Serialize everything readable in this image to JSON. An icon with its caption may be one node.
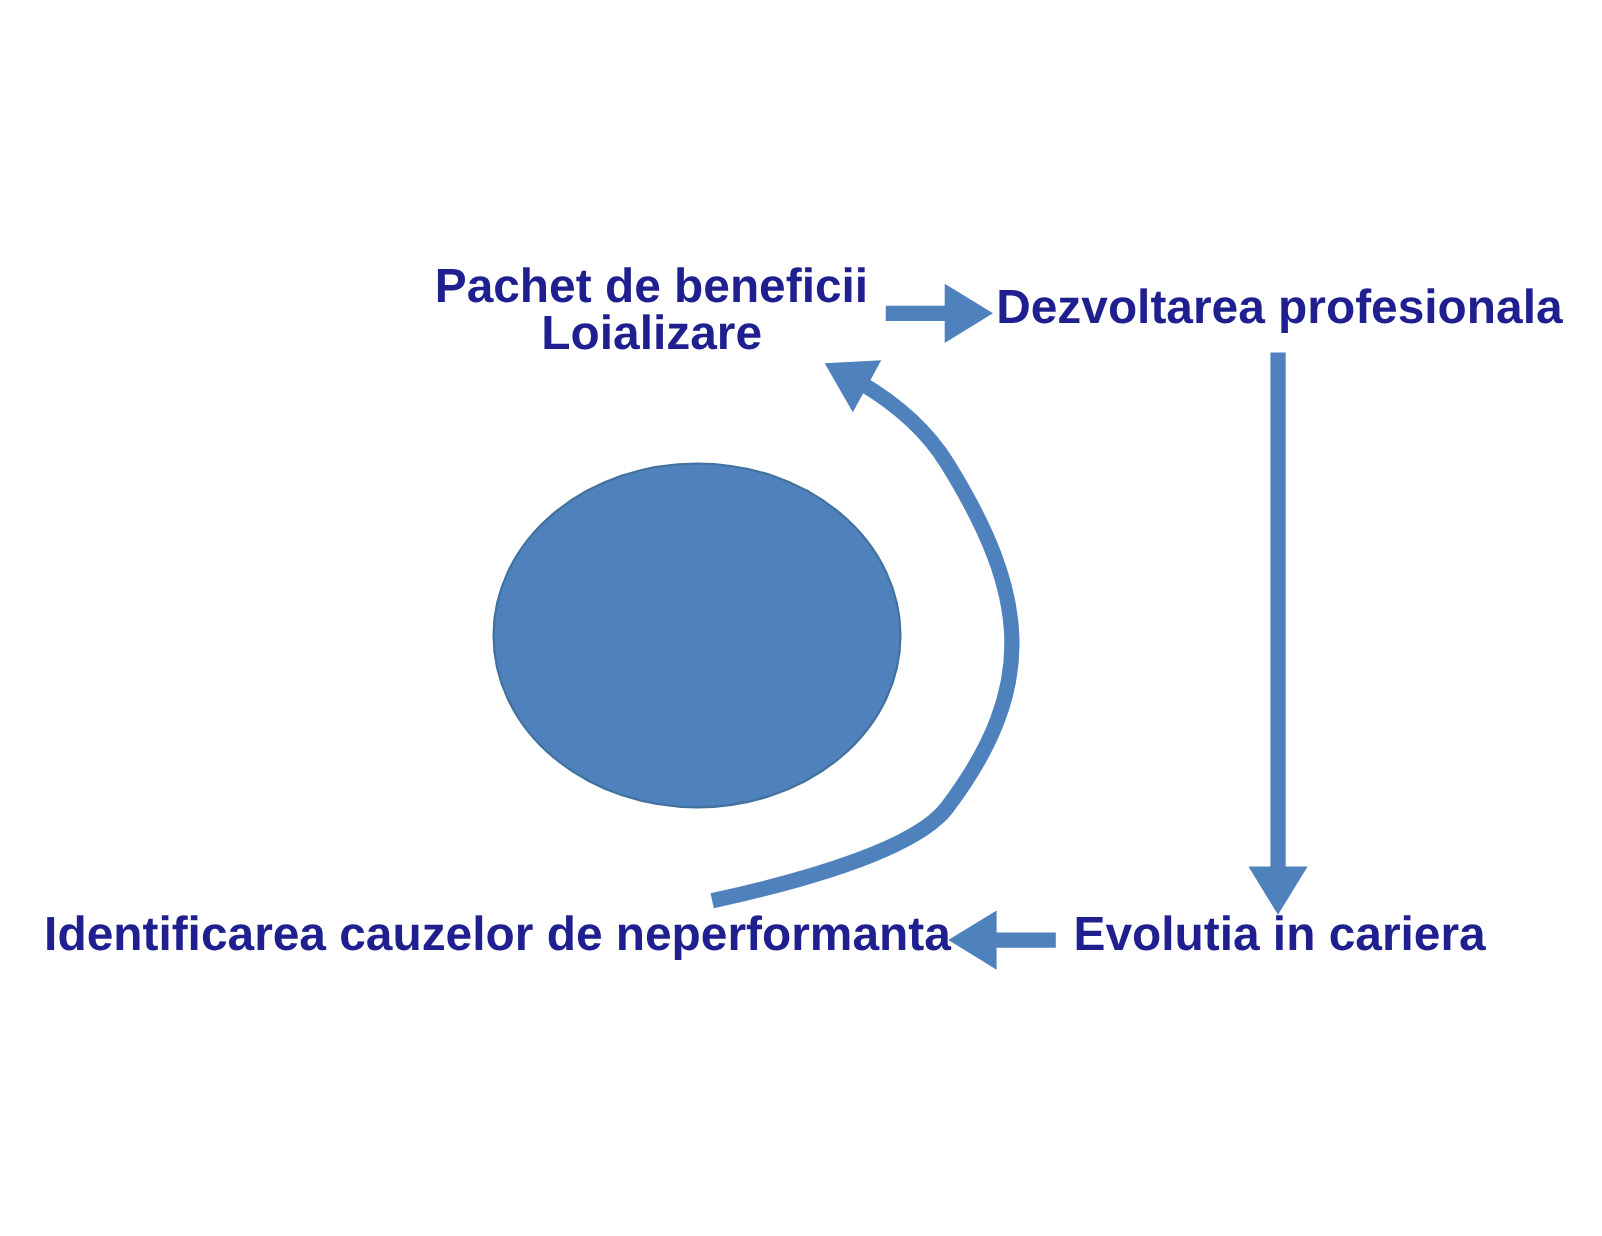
{
  "diagram": {
    "nodes": [
      {
        "text": [
          "Pachet de beneficii",
          "Loializare"
        ]
      },
      {
        "text": [
          "Dezvoltarea profesionala"
        ]
      },
      {
        "text": [
          "Evolutia in cariera"
        ]
      },
      {
        "text": [
          "Identificarea cauzelor de neperformanta"
        ]
      },
      {
        "text": [],
        "shape": "circle"
      }
    ],
    "edges": [
      {
        "from": 0,
        "to": 1,
        "arrow": "to"
      },
      {
        "from": 1,
        "to": 2,
        "arrow": "to"
      },
      {
        "from": 2,
        "to": 3,
        "arrow": "to"
      },
      {
        "from": 3,
        "to": 0,
        "arrow": "to"
      }
    ]
  }
}
